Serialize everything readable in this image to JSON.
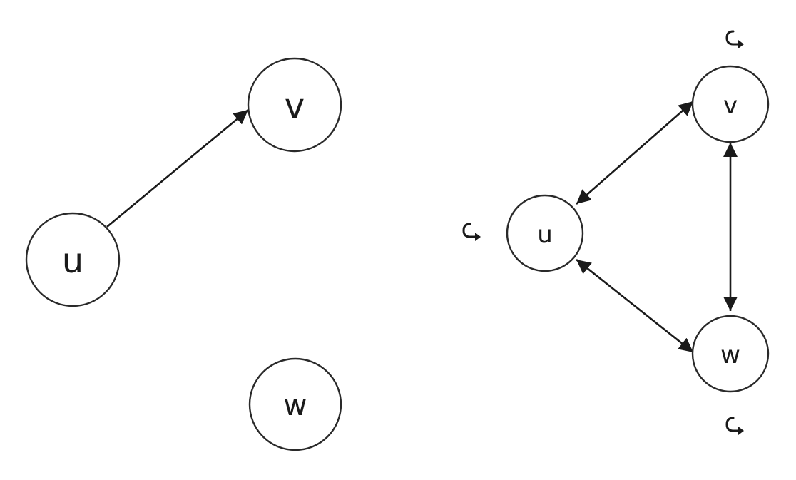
{
  "left_graph": {
    "nodes": [
      {
        "id": "u",
        "label": "u"
      },
      {
        "id": "v",
        "label": "v"
      },
      {
        "id": "w",
        "label": "w"
      }
    ],
    "edges": [
      {
        "from": "u",
        "to": "v",
        "directed": true
      }
    ]
  },
  "right_graph": {
    "nodes": [
      {
        "id": "u",
        "label": "u",
        "self_loop": true
      },
      {
        "id": "v",
        "label": "v",
        "self_loop": true
      },
      {
        "id": "w",
        "label": "w",
        "self_loop": true
      }
    ],
    "edges": [
      {
        "from": "u",
        "to": "v",
        "bidirectional": true
      },
      {
        "from": "u",
        "to": "w",
        "bidirectional": true
      },
      {
        "from": "v",
        "to": "w",
        "bidirectional": true
      }
    ]
  },
  "colors": {
    "stroke": "#1a1a1a",
    "node_fill": "#ffffff"
  }
}
